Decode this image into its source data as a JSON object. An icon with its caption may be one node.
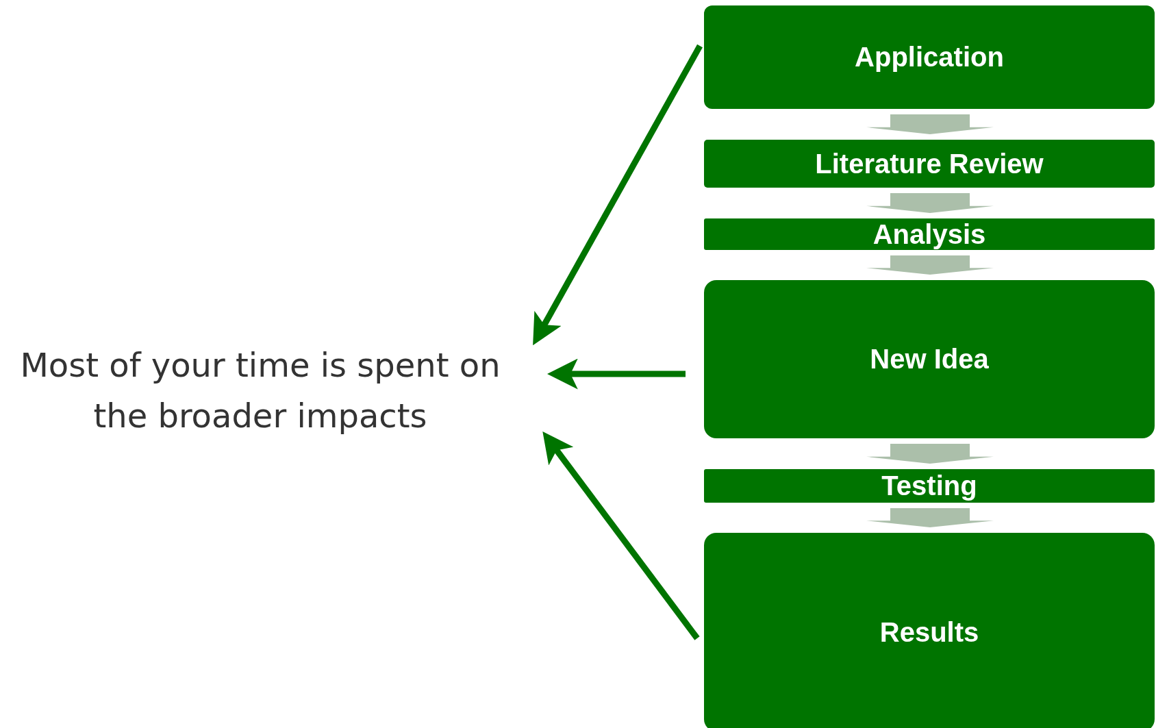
{
  "diagram": {
    "nodes": [
      {
        "text": [
          "Application"
        ]
      },
      {
        "text": [
          "Literature Review"
        ]
      },
      {
        "text": [
          "Analysis"
        ]
      },
      {
        "text": [
          "New Idea"
        ]
      },
      {
        "text": [
          "Testing"
        ]
      },
      {
        "text": [
          "Results"
        ]
      },
      {
        "text": [
          "Most of your time is spent on the broader impacts"
        ]
      }
    ],
    "edges": [
      {
        "from": 0,
        "to": 1,
        "arrow": "to",
        "style": "thick",
        "color": "#abbfaa"
      },
      {
        "from": 1,
        "to": 2,
        "arrow": "to",
        "style": "thick",
        "color": "#abbfaa"
      },
      {
        "from": 2,
        "to": 3,
        "arrow": "to",
        "style": "thick",
        "color": "#abbfaa"
      },
      {
        "from": 3,
        "to": 4,
        "arrow": "to",
        "style": "thick",
        "color": "#abbfaa"
      },
      {
        "from": 4,
        "to": 5,
        "arrow": "to",
        "style": "thick",
        "color": "#abbfaa"
      },
      {
        "from": 0,
        "to": 6,
        "arrow": "to"
      },
      {
        "from": 3,
        "to": 6,
        "arrow": "to"
      },
      {
        "from": 5,
        "to": 6,
        "arrow": "to"
      }
    ]
  }
}
